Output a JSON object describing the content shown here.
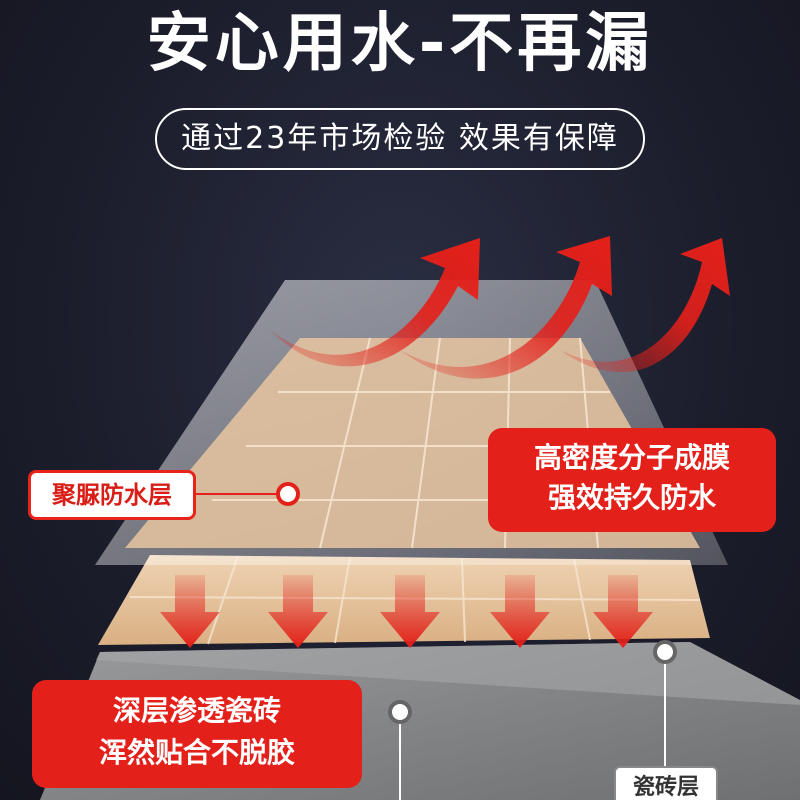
{
  "headline": "安心用水-不再漏",
  "subheadline": "通过23年市场检验  效果有保障",
  "labels": {
    "polyurea_layer": "聚脲防水层",
    "film_line1": "高密度分子成膜",
    "film_line2": "强效持久防水",
    "deep_line1": "深层渗透瓷砖",
    "deep_line2": "浑然贴合不脱胶",
    "tile_layer": "瓷砖层"
  },
  "colors": {
    "background": "#1c1f2e",
    "accent_red": "#e4201a",
    "tile": "#e7c7a2",
    "concrete": "#8d8e90"
  },
  "icons": {
    "up_arrows": "curved-arrow-up-right-icon",
    "down_arrows": "arrow-down-icon",
    "pointers": "circle-pointer-icon"
  }
}
